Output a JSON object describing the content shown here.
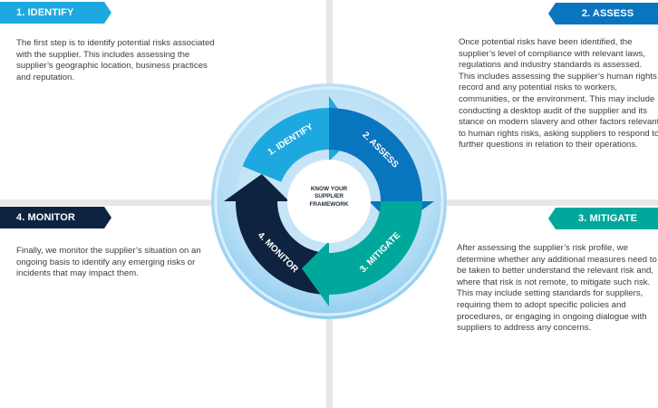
{
  "colors": {
    "identify": "#1ea8e0",
    "assess": "#0a75bf",
    "mitigate": "#00a89c",
    "monitor": "#0d2340",
    "ring_light": "#c5e4f6",
    "ring_outer": "#a9d8f3",
    "divider": "#e6e7e8"
  },
  "center": {
    "lines": [
      "KNOW YOUR",
      "SUPPLIER",
      "FRAMEWORK"
    ]
  },
  "steps": [
    {
      "id": "identify",
      "banner": "1. IDENTIFY",
      "arrow_label": "1. IDENTIFY",
      "description": "The first step is to identify potential risks associated with the supplier. This includes assessing the supplier’s geographic location, business practices and reputation."
    },
    {
      "id": "assess",
      "banner": "2. ASSESS",
      "arrow_label": "2. ASSESS",
      "description": "Once potential risks have been identified, the supplier’s level of compliance with relevant laws, regulations and industry standards is assessed. This includes assessing the supplier’s human rights record and any potential risks to workers, communities, or the environment. This may include conducting a desktop audit of the supplier and its stance on modern slavery and other factors relevant to human rights risks, asking suppliers to respond to further questions in relation to their operations."
    },
    {
      "id": "mitigate",
      "banner": "3. MITIGATE",
      "arrow_label": "3. MITIGATE",
      "description": "After assessing the supplier’s risk profile, we determine whether any additional measures need to be taken to better understand the relevant risk and, where that risk is not remote, to mitigate such risk. This may include setting standards for suppliers, requiring them to adopt specific policies and procedures, or engaging in ongoing dialogue with suppliers to address any concerns."
    },
    {
      "id": "monitor",
      "banner": "4. MONITOR",
      "arrow_label": "4. MONITOR",
      "description": "Finally, we monitor the supplier’s situation on an ongoing basis to identify any emerging risks or incidents that may impact them."
    }
  ]
}
